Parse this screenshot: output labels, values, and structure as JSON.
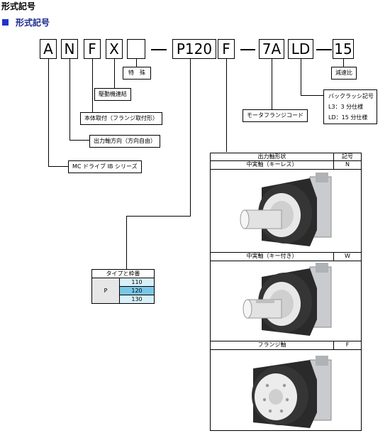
{
  "page": {
    "title": "形式記号",
    "section_title": "形式記号"
  },
  "code": {
    "chars": [
      "A",
      "N",
      "F",
      "X",
      "",
      "P120",
      "F",
      "7A",
      "LD",
      "15"
    ],
    "separator": "—"
  },
  "labels": {
    "special": "特　殊",
    "drive_coupling": "駆動機連結",
    "body_mount": "本体取付（フランジ取付形）",
    "output_direction": "出力軸方向（方向自由）",
    "series": "MC ドライブ IB シリーズ",
    "motor_flange": "モータフランジコード",
    "reduction_ratio": "減速比",
    "backlash_title": "バックラッシ記号",
    "backlash_l3": "L3：3 分仕様",
    "backlash_ld": "LD：15 分仕様"
  },
  "type_table": {
    "header": "タイプと枠番",
    "type": "P",
    "sizes": [
      "110",
      "120",
      "130"
    ]
  },
  "shaft_table": {
    "header_shape": "出力軸形状",
    "header_code": "記号",
    "rows": [
      {
        "shape": "中実軸（キーレス）",
        "code": "N",
        "image": "gear-reducer-solid-shaft-keyless"
      },
      {
        "shape": "中実軸（キー付き）",
        "code": "W",
        "image": "gear-reducer-solid-shaft-keyed"
      },
      {
        "shape": "フランジ軸",
        "code": "F",
        "image": "gear-reducer-flange-shaft"
      }
    ]
  }
}
